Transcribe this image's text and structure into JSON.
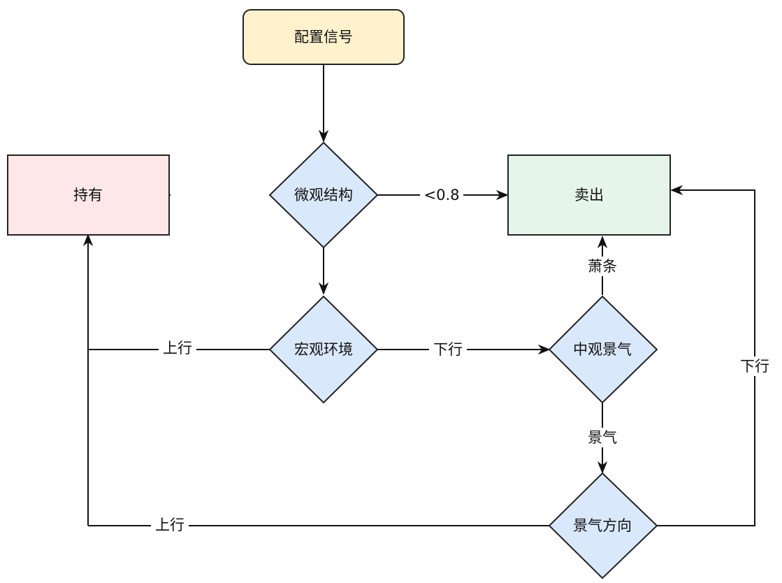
{
  "nodes": {
    "signal": {
      "label": "配置信号",
      "fill": "#fff2cc"
    },
    "hold": {
      "label": "持有",
      "fill": "#fde7e9"
    },
    "micro": {
      "label": "微观结构",
      "fill": "#dae8fc"
    },
    "sell": {
      "label": "卖出",
      "fill": "#e6f5e9"
    },
    "macro": {
      "label": "宏观环境",
      "fill": "#dae8fc"
    },
    "meso": {
      "label": "中观景气",
      "fill": "#dae8fc"
    },
    "trend": {
      "label": "景气方向",
      "fill": "#dae8fc"
    }
  },
  "edges": {
    "micro_sell": "<0.8",
    "meso_sell": "萧条",
    "macro_hold": "上行",
    "macro_meso": "下行",
    "trend_sell": "下行",
    "meso_trend": "景气",
    "trend_hold": "上行"
  }
}
